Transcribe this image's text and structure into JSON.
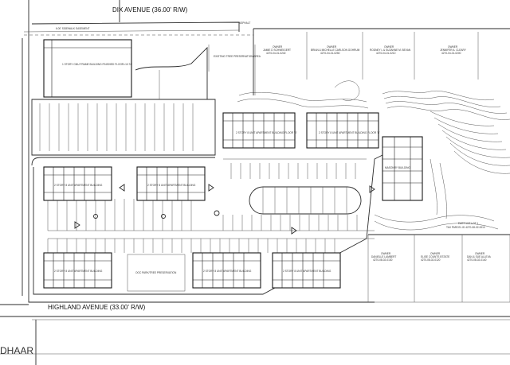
{
  "roads": {
    "north": "DIX AVENUE (36.00' R/W)",
    "south": "HIGHLAND AVENUE (33.00' R/W)",
    "sidewalk": "6.00' SIDEWALK EASEMENT",
    "asphalt": "ASPHALT"
  },
  "existing_building": {
    "label": "1 STORY CMU FRAME BUILDING FINISHED FLOOR=10.74"
  },
  "owners": [
    {
      "title": "OWNER",
      "name": "JAMIE D SCHWEIGERT",
      "parcel": "4270-04-01-0240"
    },
    {
      "title": "OWNER",
      "name": "BRIAN & MICHELLE CARLSON GOHRUM",
      "parcel": "4270-04-01-0250"
    },
    {
      "title": "OWNER",
      "name": "RODNEY L & SUZANNE M. BEVAN",
      "parcel": "4270-04-01-0210"
    },
    {
      "title": "OWNER",
      "name": "JENNIFER A. CLEARY",
      "parcel": "4270-04-01-0200"
    },
    {
      "title": "OWNER",
      "name": "DANIELLE LAMBERT",
      "parcel": "4270-08-02-0130"
    },
    {
      "title": "OWNER",
      "name": "ELISE COUNTS ESTATE",
      "parcel": "4270-08-02-0120"
    },
    {
      "title": "OWNER",
      "name": "DAN & SUE ALLEVA",
      "parcel": "4270-08-02-0140"
    }
  ],
  "buildings": {
    "b1": "2 STORY 8 UNIT APARTMENT BUILDING FLOOR 'B'",
    "b2": "2 STORY 8 UNIT APARTMENT BUILDING",
    "b3": "2 STORY 8 UNIT APARTMENT BUILDING",
    "b4": "2 STORY 8 UNIT APARTMENT BUILDING",
    "b5": "2 STORY 8 UNIT APARTMENT BUILDING FLOOR 'B'",
    "b6": "2 STORY 8 UNIT APARTMENT BUILDING",
    "b7": "2 STORY 8 UNIT APARTMENT BUILDING",
    "b8": "MASONRY BUILDING"
  },
  "areas": {
    "preservation": "EXISTING TREE PRESERVATION AREA",
    "open_park": "OOC PARK/TREE PRESERVATION",
    "east_lot": "EAST 1/4T LOT 1",
    "parcel_note": "TAX PARCEL ID 4270-08-02-0010"
  },
  "watermark": "DHAAR"
}
